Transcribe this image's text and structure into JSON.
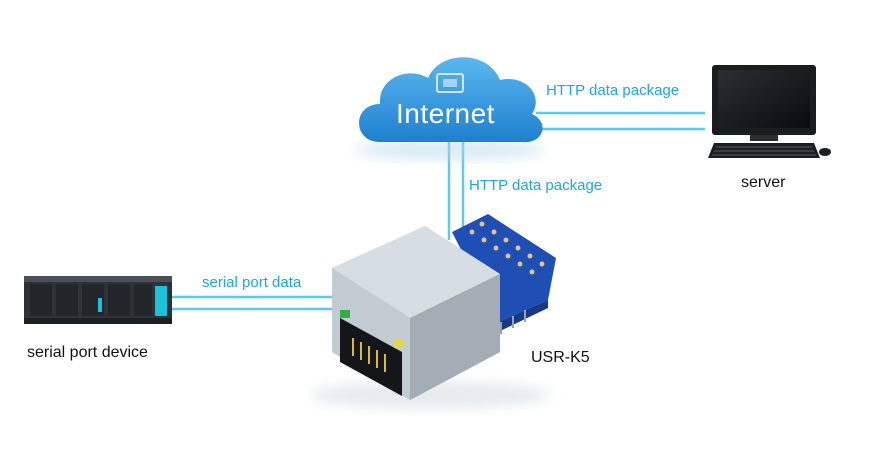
{
  "cloud": {
    "label": "Internet"
  },
  "links": {
    "cloud_server": "HTTP data package",
    "cloud_module": "HTTP data package",
    "device_module": "serial port data"
  },
  "nodes": {
    "server": "server",
    "serial_device": "serial port device",
    "module": "USR-K5"
  },
  "colors": {
    "link": "#5fc8ec",
    "label": "#1aa7e0",
    "cloud": "#2a8fd6",
    "pcb": "#1f4fb4"
  }
}
